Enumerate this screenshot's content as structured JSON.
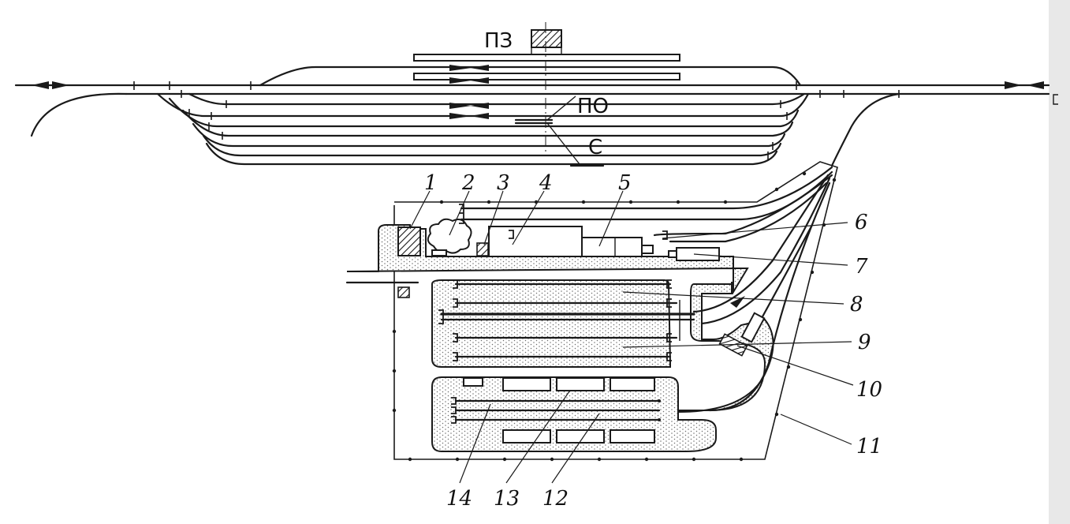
{
  "labels": {
    "station_building": "ПЗ",
    "po": "ПО",
    "c": "С"
  },
  "numbers": [
    "1",
    "2",
    "3",
    "4",
    "5",
    "6",
    "7",
    "8",
    "9",
    "10",
    "11",
    "12",
    "13",
    "14"
  ],
  "colors": {
    "ink": "#1a1a1a",
    "background": "#ffffff",
    "stipple": "#6e6e6e",
    "scan_edge": "#e8e8e8"
  }
}
